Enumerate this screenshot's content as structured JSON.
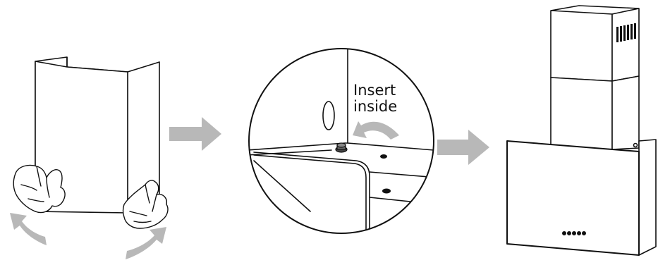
{
  "callout": {
    "line1": "Insert",
    "line2": "inside"
  },
  "colors": {
    "line": "#111111",
    "arrow": "#b8b8b8",
    "background": "#ffffff",
    "grille": "#111111"
  },
  "steps": [
    {
      "id": "step-1",
      "icon": "chimney-cover-bend-icon"
    },
    {
      "id": "step-2",
      "icon": "magnified-insert-detail-icon"
    },
    {
      "id": "step-3",
      "icon": "assembled-cooker-hood-icon"
    }
  ]
}
